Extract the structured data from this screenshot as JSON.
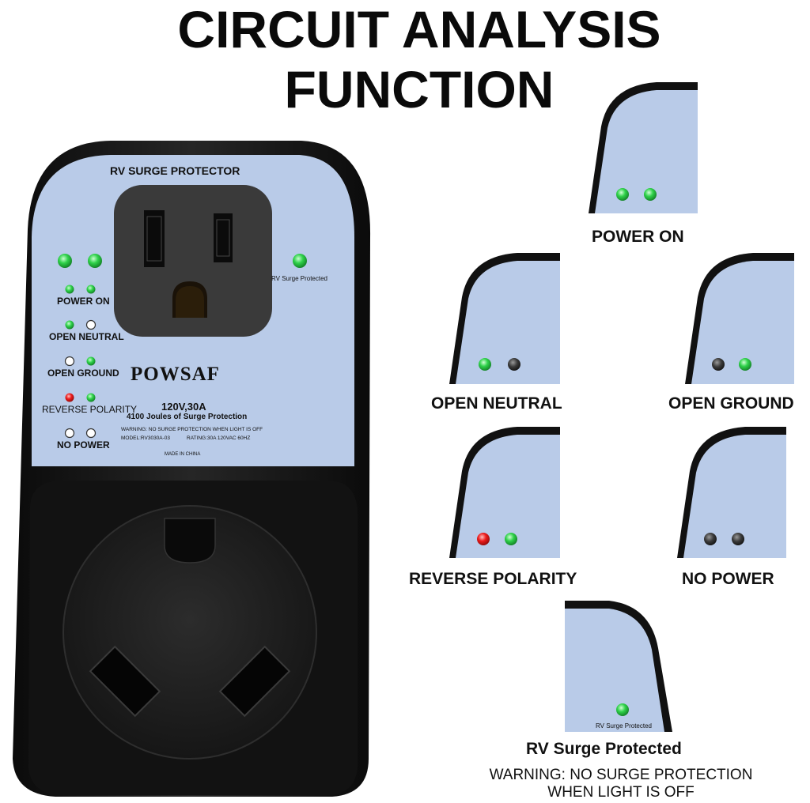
{
  "title": {
    "line1": "CIRCUIT ANALYSIS",
    "line2": "FUNCTION"
  },
  "device": {
    "header": "RV SURGE PROTECTOR",
    "brand": "POWSAF",
    "rating_main": "120V,30A",
    "joules": "4100 Joules of Surge Protection",
    "warning_small": "WARNING: NO SURGE PROTECTION WHEN LIGHT IS OFF",
    "model": "MODEL:RV3030A-03",
    "rating": "RATING:30A 120VAC 60HZ",
    "made_in": "MADE IN CHINA",
    "protected_label": "RV Surge Protected",
    "legend": [
      {
        "label": "POWER ON",
        "leds": [
          "green",
          "green"
        ]
      },
      {
        "label": "OPEN NEUTRAL",
        "leds": [
          "green",
          "off"
        ]
      },
      {
        "label": "OPEN GROUND",
        "leds": [
          "off",
          "green"
        ]
      },
      {
        "label": "REVERSE POLARITY",
        "leds": [
          "red",
          "green"
        ]
      },
      {
        "label": "NO POWER",
        "leds": [
          "off",
          "off"
        ]
      }
    ]
  },
  "indicators": [
    {
      "id": "power-on",
      "caption": "POWER ON",
      "leds": [
        "green",
        "green"
      ]
    },
    {
      "id": "open-neutral",
      "caption": "OPEN NEUTRAL",
      "leds": [
        "green",
        "dark"
      ]
    },
    {
      "id": "open-ground",
      "caption": "OPEN GROUND",
      "leds": [
        "dark",
        "green"
      ]
    },
    {
      "id": "reverse-polarity",
      "caption": "REVERSE POLARITY",
      "leds": [
        "red",
        "green"
      ]
    },
    {
      "id": "no-power",
      "caption": "NO POWER",
      "leds": [
        "dark",
        "dark"
      ]
    }
  ],
  "surge": {
    "panel_label": "RV Surge Protected",
    "caption": "RV Surge Protected",
    "warning_line1": "WARNING: NO SURGE PROTECTION",
    "warning_line2": "WHEN LIGHT IS OFF"
  },
  "colors": {
    "panel_blue": "#b9cbe8",
    "body_black": "#1c1c1c",
    "led_green": "#22c23a",
    "led_red": "#e01818",
    "led_dark": "#3a3a3a"
  }
}
